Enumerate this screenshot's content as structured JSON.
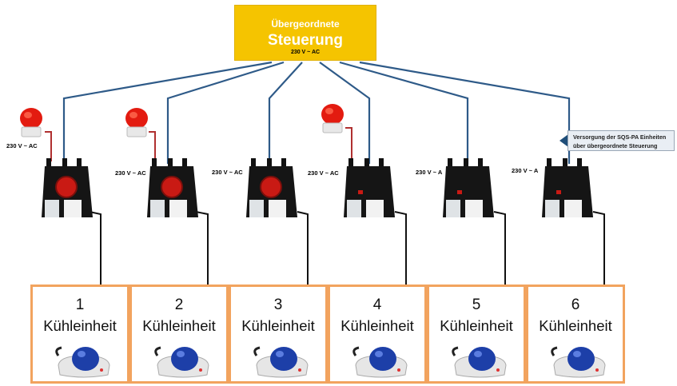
{
  "controller": {
    "line1": "Übergeordnete",
    "line2": "Steuerung",
    "voltage": "230 V ~ AC"
  },
  "devices": [
    {
      "voltage": "230 V ~ AC",
      "has_beacon": true,
      "lens": "red"
    },
    {
      "voltage": "230 V ~ AC",
      "has_beacon": true,
      "lens": "red"
    },
    {
      "voltage": "230 V ~ AC",
      "has_beacon": false,
      "lens": "red"
    },
    {
      "voltage": "230 V ~ AC",
      "has_beacon": true,
      "lens": "none"
    },
    {
      "voltage": "230 V ~ A",
      "has_beacon": false,
      "lens": "none"
    },
    {
      "voltage": "230 V ~ A",
      "has_beacon": false,
      "lens": "none"
    }
  ],
  "callout": {
    "line1": "Versorgung der SQS-PA Einheiten",
    "line2": "über übergeordnete Steuerung"
  },
  "units": [
    {
      "number": "1",
      "label": "Kühleinheit"
    },
    {
      "number": "2",
      "label": "Kühleinheit"
    },
    {
      "number": "3",
      "label": "Kühleinheit"
    },
    {
      "number": "4",
      "label": "Kühleinheit"
    },
    {
      "number": "5",
      "label": "Kühleinheit"
    },
    {
      "number": "6",
      "label": "Kühleinheit"
    }
  ],
  "colors": {
    "controller": "#f5c400",
    "wire_blue": "#2e5a88",
    "wire_black": "#111111",
    "unit_border": "#f2a35e",
    "beacon_red": "#e31b10"
  }
}
